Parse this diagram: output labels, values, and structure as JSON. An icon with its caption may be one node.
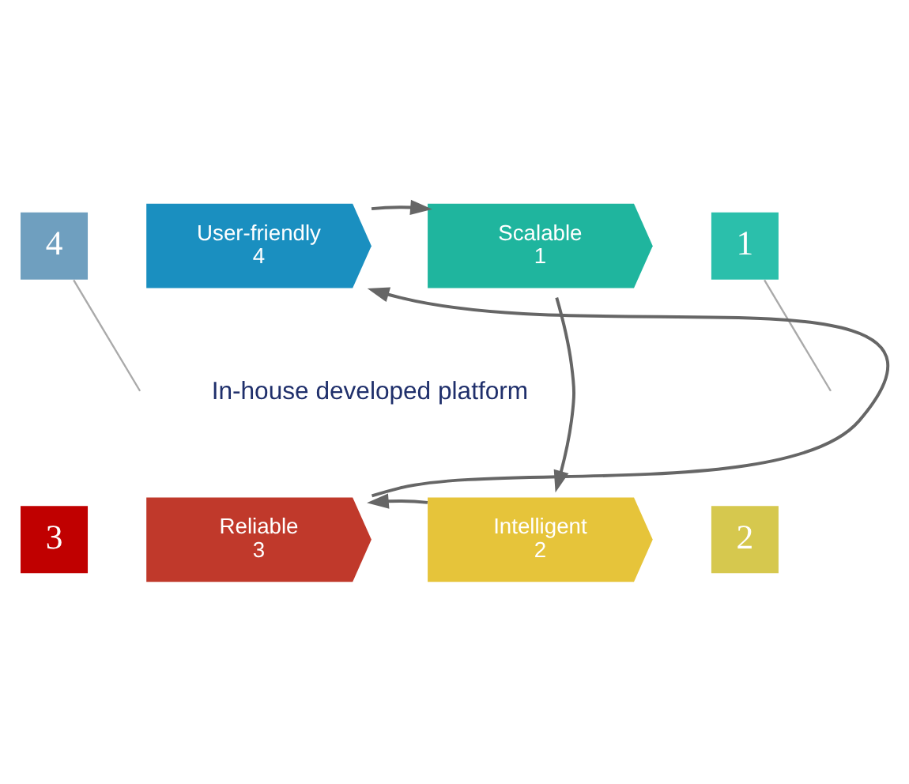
{
  "diagram": {
    "nodes": [
      {
        "text": [
          "4"
        ]
      },
      {
        "text": [
          "User-friendly",
          "4"
        ]
      },
      {
        "text": [
          "Scalable",
          "1"
        ]
      },
      {
        "text": [
          "1"
        ]
      },
      {
        "text": [
          "In-house developed platform"
        ]
      },
      {
        "text": [
          "Reliable",
          "3"
        ]
      },
      {
        "text": [
          "Intelligent",
          "2"
        ]
      },
      {
        "text": [
          "3"
        ]
      },
      {
        "text": [
          "2"
        ]
      }
    ],
    "edges": [
      {
        "from": 2,
        "to": 6,
        "arrow": "to"
      },
      {
        "from": 6,
        "to": 5,
        "arrow": "to"
      },
      {
        "from": 5,
        "to": 1,
        "arrow": "to"
      },
      {
        "from": 1,
        "to": 2,
        "arrow": "to"
      },
      {
        "from": 0,
        "to": null,
        "arrow": "none"
      },
      {
        "from": 3,
        "to": null,
        "arrow": "none"
      }
    ]
  }
}
